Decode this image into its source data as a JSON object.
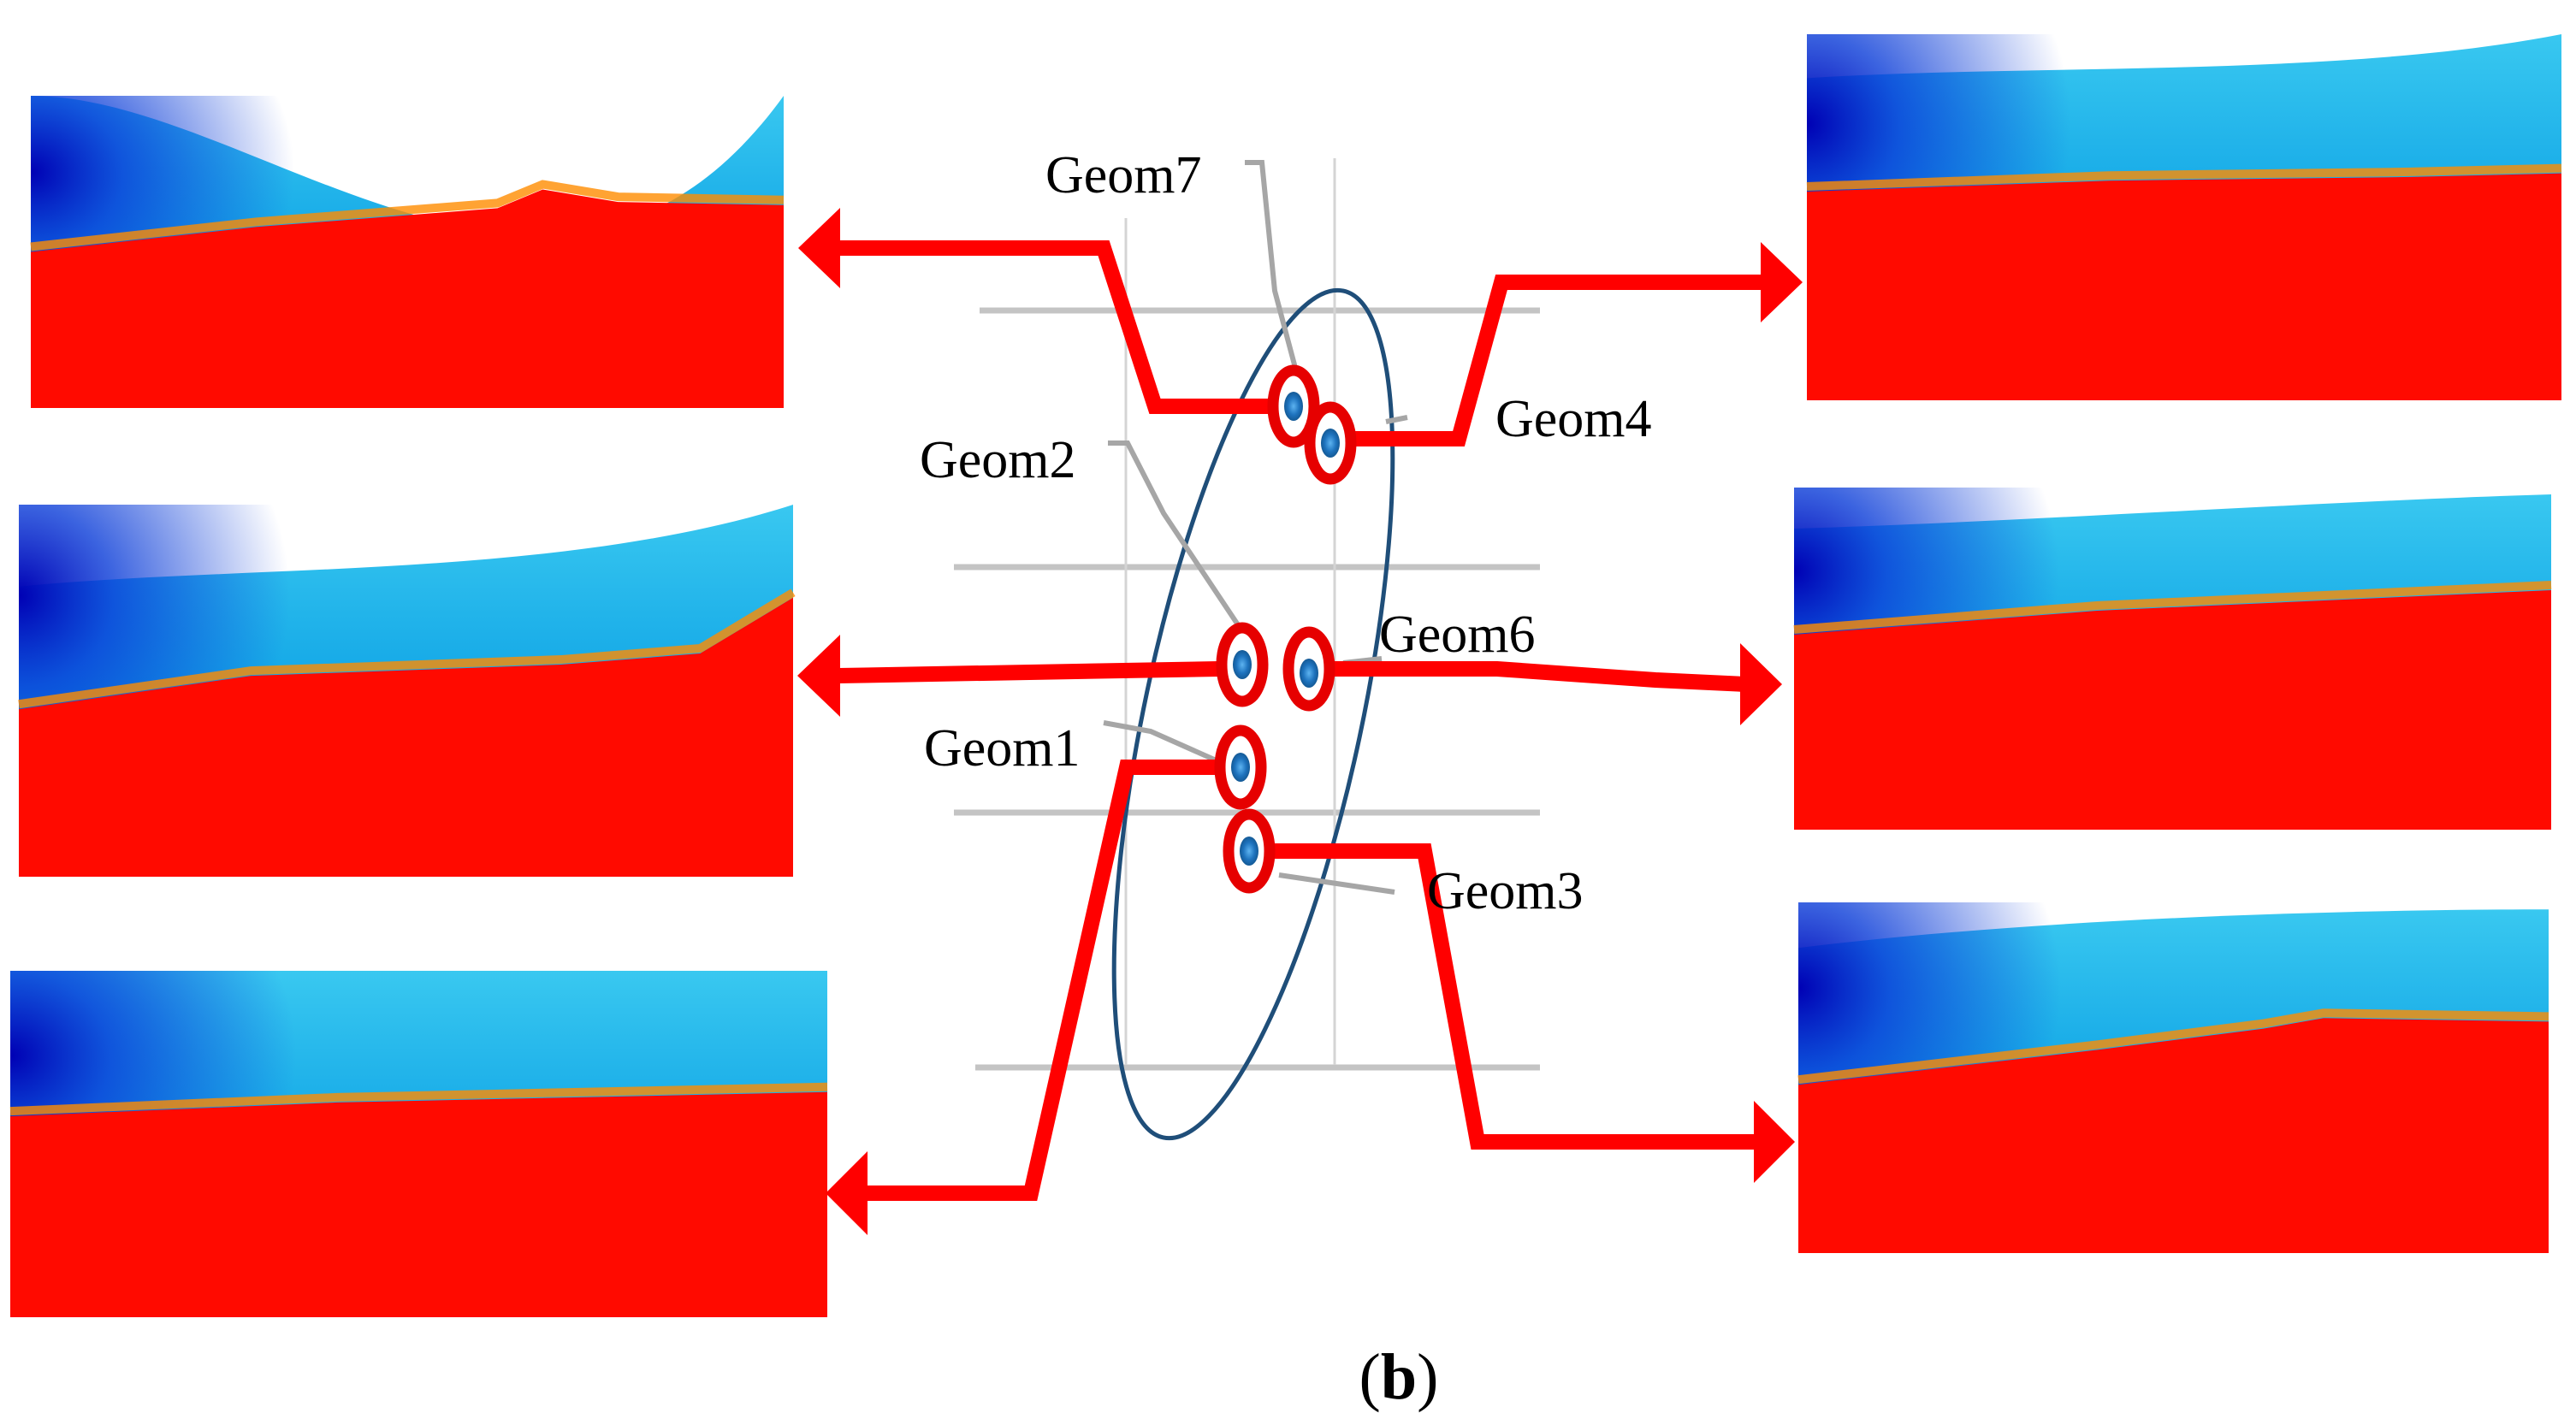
{
  "figure": {
    "panel_label_open": "(",
    "panel_label_letter": "b",
    "panel_label_close": ")"
  },
  "points": [
    {
      "id": "geom7",
      "label": "Geom7"
    },
    {
      "id": "geom4",
      "label": "Geom4"
    },
    {
      "id": "geom2",
      "label": "Geom2"
    },
    {
      "id": "geom6",
      "label": "Geom6"
    },
    {
      "id": "geom1",
      "label": "Geom1"
    },
    {
      "id": "geom3",
      "label": "Geom3"
    }
  ],
  "colors": {
    "arrow": "#ff0000",
    "ellipse": "#1f4e79",
    "point_fill": "#1e73be",
    "point_ring": "#e60000",
    "grid": "#c8c8c8",
    "leader": "#a6a6a6",
    "field_top": "#00b0f0",
    "field_deep": "#0000c8",
    "field_mid": "#00d050",
    "field_yellow": "#ffe000",
    "field_bottom": "#ff0000"
  }
}
